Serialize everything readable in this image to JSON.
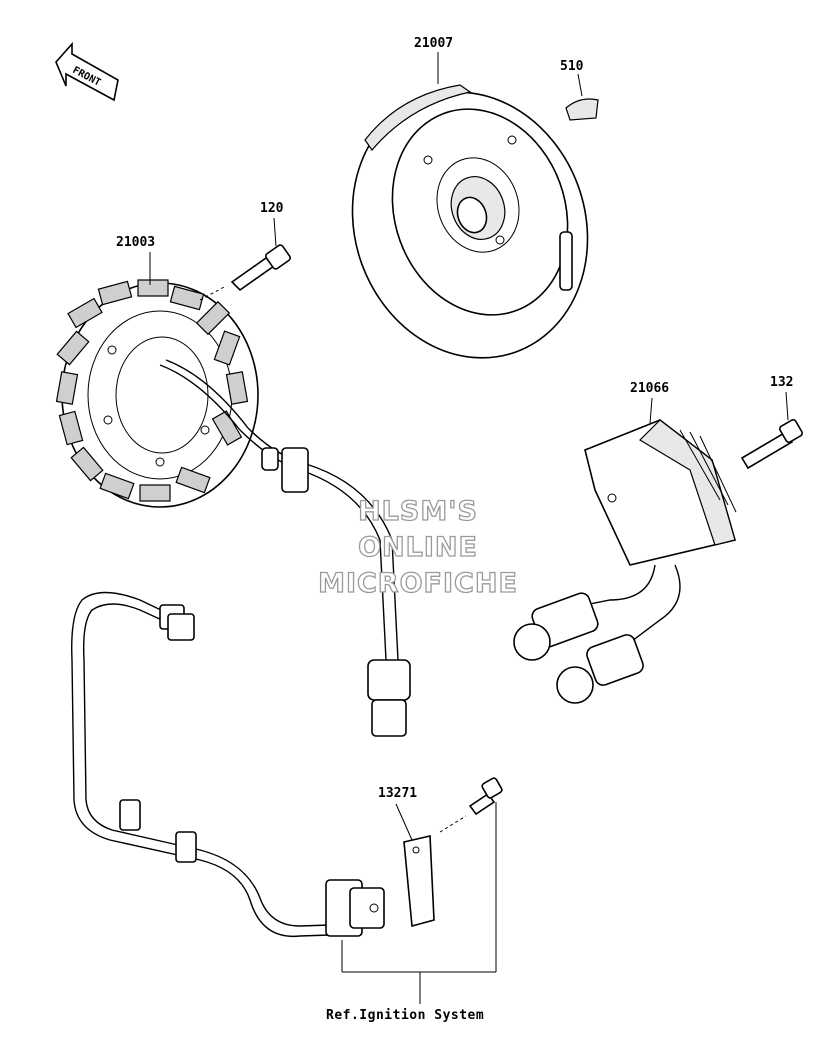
{
  "front_label": "FRONT",
  "parts": [
    {
      "id": "stator",
      "number": "21003"
    },
    {
      "id": "stator-bolt",
      "number": "120"
    },
    {
      "id": "flywheel",
      "number": "21007"
    },
    {
      "id": "key",
      "number": "510"
    },
    {
      "id": "regulator",
      "number": "21066"
    },
    {
      "id": "regulator-bolt",
      "number": "132"
    },
    {
      "id": "pickup-bracket",
      "number": "13271"
    }
  ],
  "reference": "Ref.Ignition System",
  "watermark": [
    "HLSM'S",
    "ONLINE",
    "MICROFICHE"
  ]
}
